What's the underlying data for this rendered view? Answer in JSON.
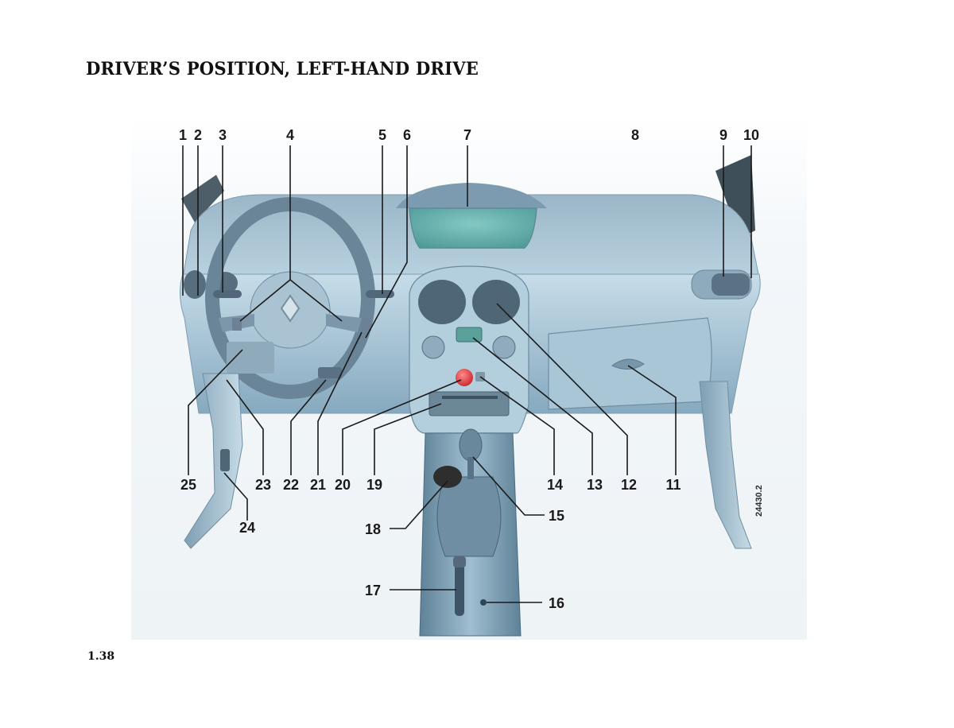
{
  "page": {
    "title": "DRIVER’S POSITION, LEFT-HAND DRIVE",
    "page_number": "1.38"
  },
  "figure": {
    "reference": "24430.2",
    "callouts": [
      "1",
      "2",
      "3",
      "4",
      "5",
      "6",
      "7",
      "8",
      "9",
      "10",
      "11",
      "12",
      "13",
      "14",
      "15",
      "16",
      "17",
      "18",
      "19",
      "20",
      "21",
      "22",
      "23",
      "24",
      "25"
    ]
  },
  "colors": {
    "background": "#ffffff",
    "dashboard": "#9dc0d4",
    "dashboard_dark": "#7a9fb6",
    "screen": "#6fb3b0",
    "hazard_button": "#e0444a",
    "shift_knob": "#2b2b2b",
    "text": "#111111"
  }
}
